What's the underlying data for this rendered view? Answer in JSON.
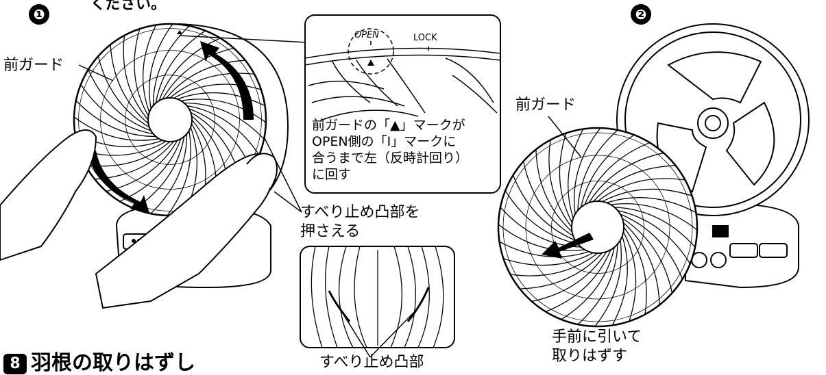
{
  "header_text": "ください。",
  "step1": {
    "number": "❶",
    "front_guard_label": "前ガード",
    "callout": {
      "open_label": "OPEN",
      "lock_label": "LOCK",
      "instruction_lines": [
        "前ガードの「▲」マークが",
        "OPEN側の「Ⅰ」マークに",
        "合うまで左（反時計回り）",
        "に回す"
      ]
    },
    "stopper_press_lines": [
      "すべり止め凸部を",
      "押さえる"
    ],
    "stopper_label": "すべり止め凸部"
  },
  "step2": {
    "number": "❷",
    "front_guard_label": "前ガード",
    "pull_lines": [
      "手前に引いて",
      "取りはずす"
    ]
  },
  "section_title": {
    "number": "8",
    "text": "羽根の取りはずし"
  }
}
